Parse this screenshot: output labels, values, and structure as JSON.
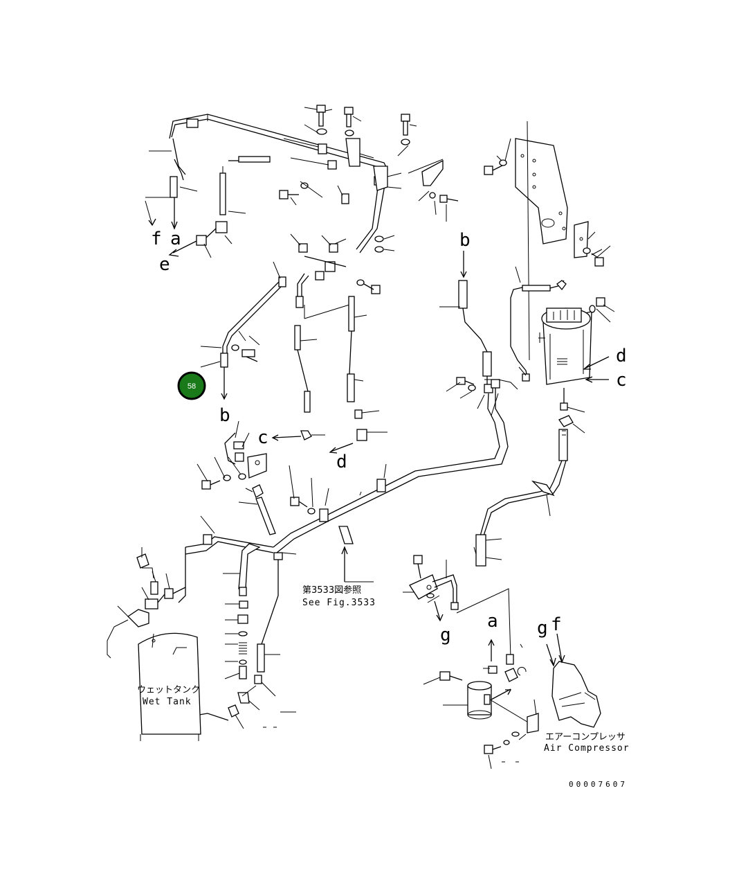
{
  "callouts": {
    "f_top": "f",
    "a_top": "a",
    "e_left": "e",
    "b_mid_right": "b",
    "d_right": "d",
    "c_right": "c",
    "b_left": "b",
    "c_mid": "c",
    "d_mid": "d",
    "g_mid": "g",
    "a_lower": "a",
    "g_lower": "g",
    "f_lower": "f"
  },
  "captions": {
    "fig_ref_jp": "第3533図参照",
    "fig_ref_en": "See Fig.3533",
    "wet_tank_jp": "ウェットタンク",
    "wet_tank_en": "Wet Tank",
    "air_compressor_jp": "エアーコンプレッサ",
    "air_compressor_en": "Air Compressor"
  },
  "drawing_number": "00007607",
  "badge": {
    "label": "58",
    "color": "#1a7a1a"
  }
}
